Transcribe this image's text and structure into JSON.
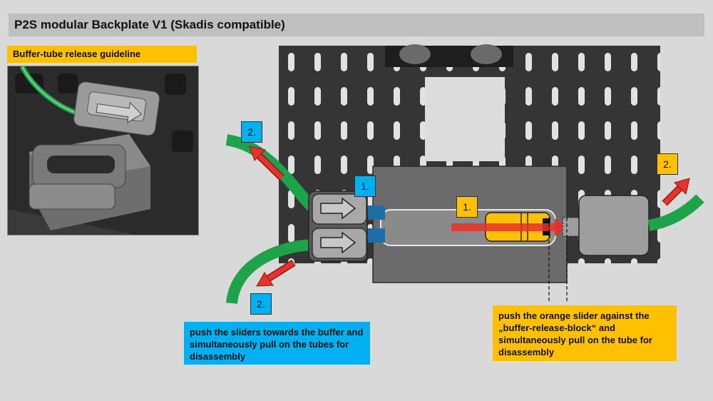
{
  "title": "P2S modular Backplate V1 (Skadis compatible)",
  "guideline_label": "Buffer-tube release  guideline",
  "badges": {
    "step1_blue": "1.",
    "step1_orange": "1.",
    "step2_top_left": "2.",
    "step2_bottom_left": "2.",
    "step2_right": "2."
  },
  "notes": {
    "blue": "push the sliders towards the buffer and simultaneously pull on the tubes for disassembly",
    "orange": "push the orange slider against the „buffer-release-block“ and simultaneously pull on the tube for disassembly"
  },
  "colors": {
    "blue": "#00b0f0",
    "orange": "#ffc000",
    "green_tube": "#1ea24a",
    "red_arrow": "#e8312a",
    "backplate": "#3a3a3a"
  }
}
